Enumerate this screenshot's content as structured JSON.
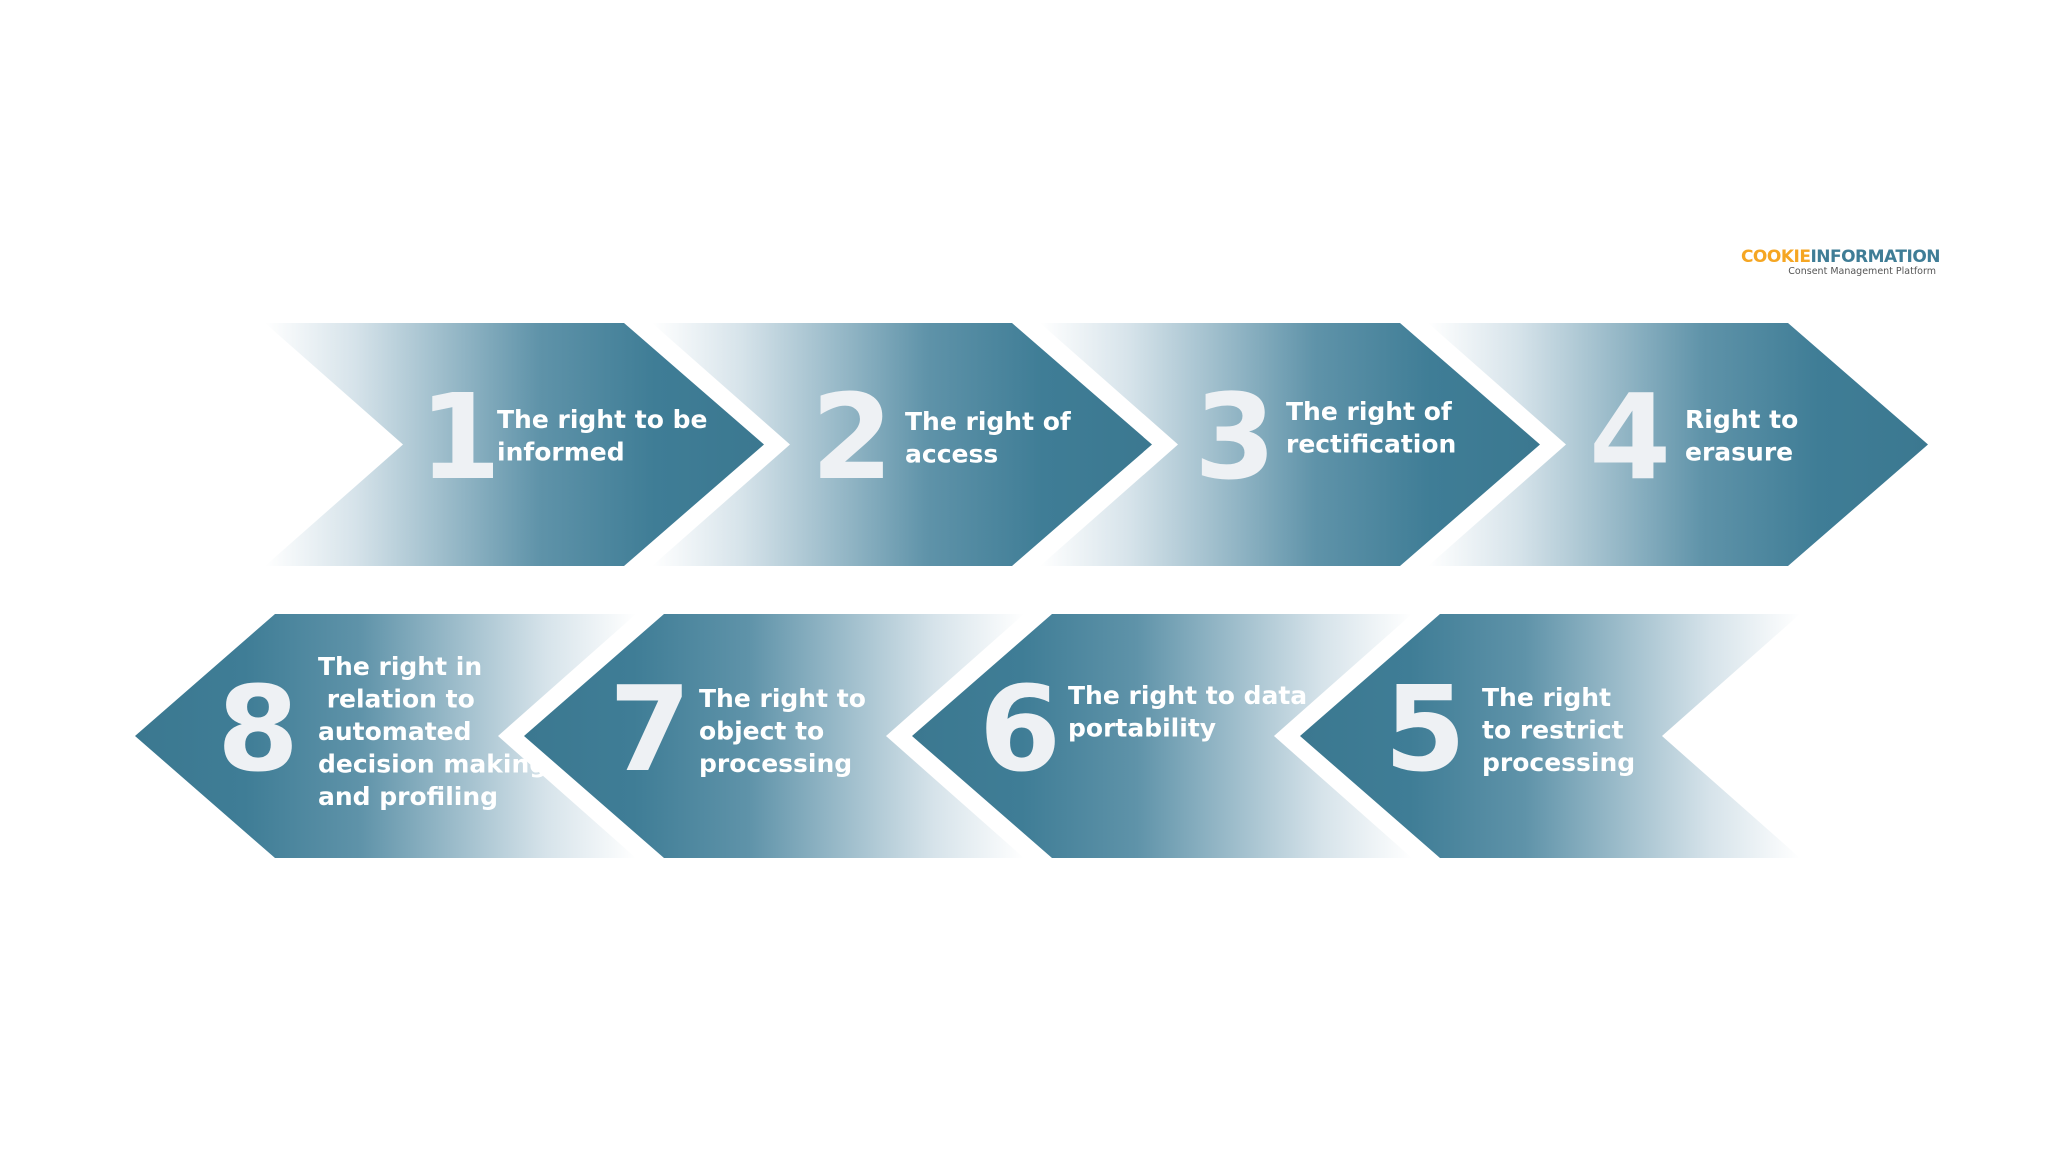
{
  "logo": {
    "brand_part1": "COOKIE",
    "brand_part2": "INFORMATION",
    "tagline": "Consent Management Platform"
  },
  "colors": {
    "arrow_dark": "#3f7d96",
    "arrow_light": "#ffffff",
    "number": "#eef1f4",
    "label": "#ffffff",
    "logo_orange": "#f5a623",
    "logo_blue": "#3f7d96"
  },
  "steps": [
    {
      "number": "1",
      "lines": [
        "The right to be",
        "informed"
      ]
    },
    {
      "number": "2",
      "lines": [
        "The right of",
        "access"
      ]
    },
    {
      "number": "3",
      "lines": [
        "The right of",
        "rectification"
      ]
    },
    {
      "number": "4",
      "lines": [
        "Right to",
        "erasure"
      ]
    },
    {
      "number": "5",
      "lines": [
        "The right",
        "to restrict",
        "processing"
      ]
    },
    {
      "number": "6",
      "lines": [
        "The right to data",
        "portability"
      ]
    },
    {
      "number": "7",
      "lines": [
        "The right to",
        "object to",
        "processing"
      ]
    },
    {
      "number": "8",
      "lines": [
        "The right in",
        " relation to",
        "automated",
        "decision making",
        "and profiling"
      ]
    }
  ]
}
